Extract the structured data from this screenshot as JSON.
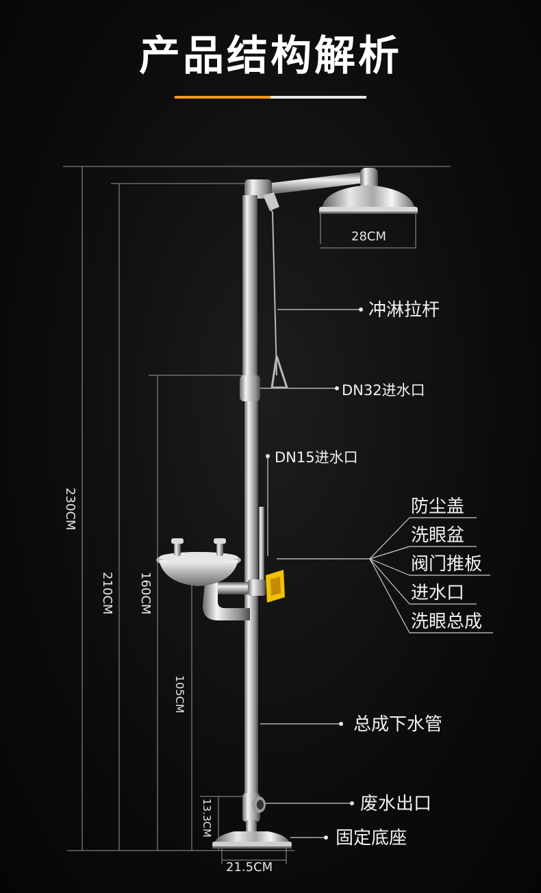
{
  "title": "产品结构解析",
  "colors": {
    "accent": "#f29a1a",
    "line": "#d0d0d0",
    "background": "#0a0a0a"
  },
  "dimensions": {
    "shower_head_diameter": "28CM",
    "total_height": "230CM",
    "shower_head_height": "210CM",
    "inlet_height": "160CM",
    "eyewash_height": "105CM",
    "outlet_height": "13.3CM",
    "base_diameter": "21.5CM"
  },
  "callouts": {
    "pull_rod": "冲淋拉杆",
    "dn32_inlet": "DN32进水口",
    "dn15_inlet": "DN15进水口",
    "dust_cover": "防尘盖",
    "eyewash_bowl": "洗眼盆",
    "valve_push_plate": "阀门推板",
    "water_inlet": "进水口",
    "eyewash_assembly": "洗眼总成",
    "drain_pipe": "总成下水管",
    "waste_outlet": "废水出口",
    "fixed_base": "固定底座"
  }
}
